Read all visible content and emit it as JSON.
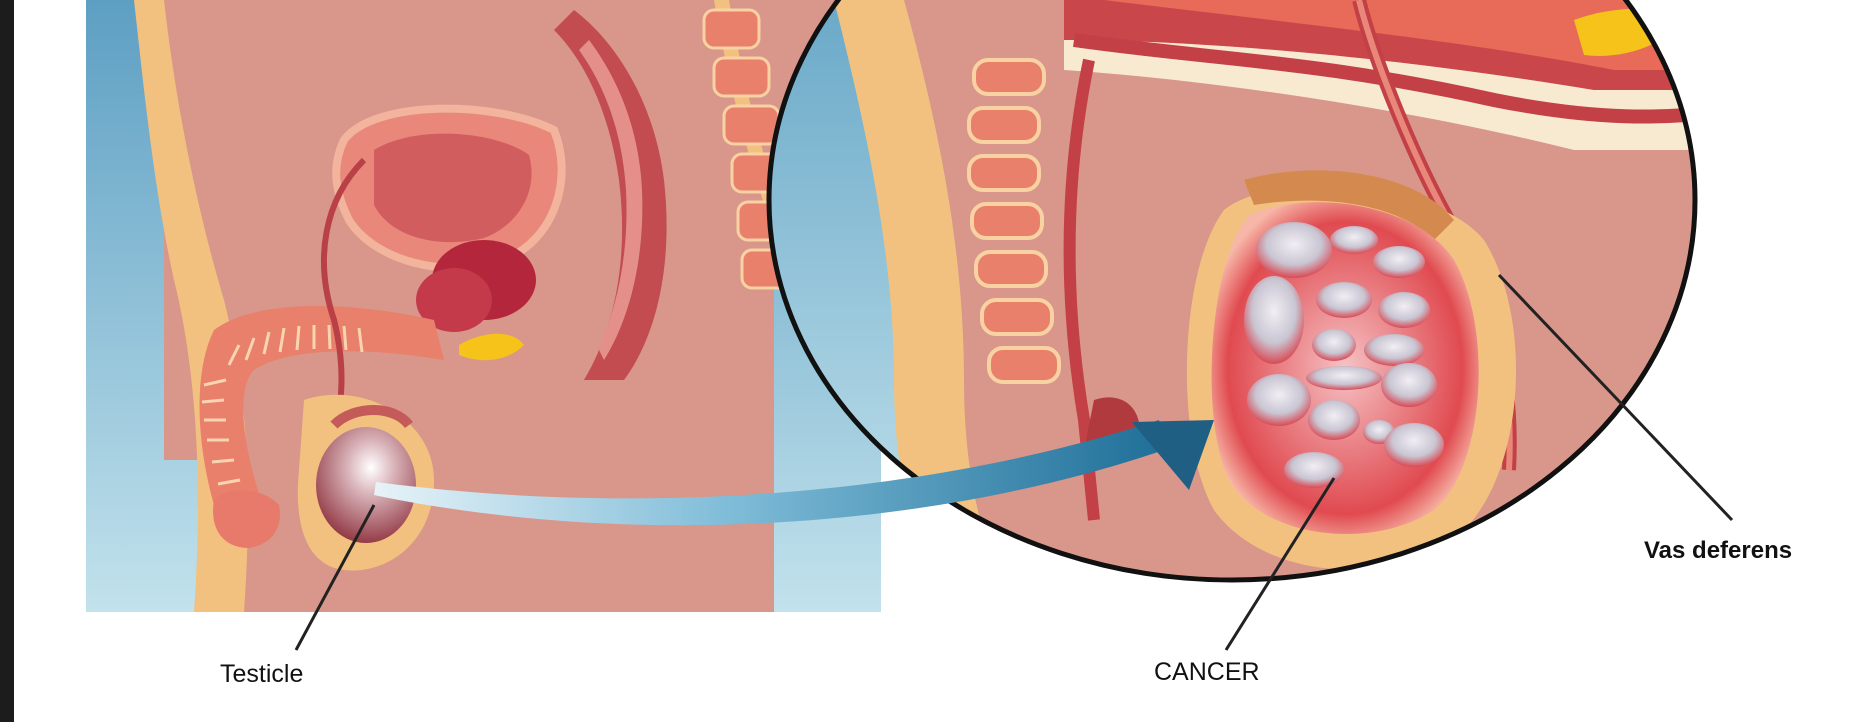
{
  "labels": {
    "testicle": "Testicle",
    "cancer": "CANCER",
    "vas_deferens": "Vas deferens"
  },
  "colors": {
    "page_background": "#1c1c1c",
    "panel_background": "#ffffff",
    "sky_blue": "#8ec2d6",
    "skin": "#f3c17f",
    "flesh": "#d99486",
    "muscle": "#c64a4a",
    "tumor_red": "#d8323a",
    "tumor_lobe": "#c9c9d6",
    "arrow_blue": "#2f86ad",
    "accent_yellow": "#f5c31a"
  }
}
